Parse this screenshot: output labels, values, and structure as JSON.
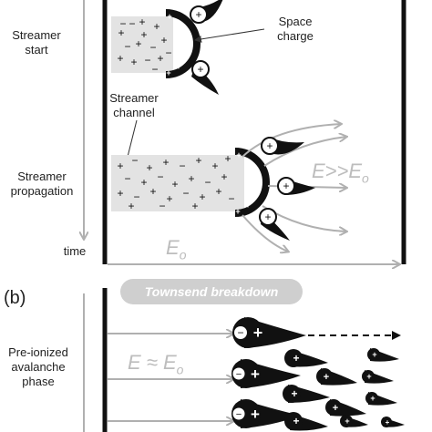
{
  "labels": {
    "streamer_start": [
      "Streamer",
      "start"
    ],
    "streamer_propagation": [
      "Streamer",
      "propagation"
    ],
    "time": "time",
    "panel_b": "(b)",
    "pre_ionized": [
      "Pre-ionized",
      "avalanche",
      "phase"
    ],
    "space_charge": [
      "Space",
      "charge"
    ],
    "streamer_channel": [
      "Streamer",
      "channel"
    ],
    "field_strong": "E>>E",
    "field_strong_sub": "o",
    "field_base": "E",
    "field_base_sub": "o",
    "field_approx": "E ≈ E",
    "field_approx_sub": "o",
    "townsend": "Townsend breakdown"
  },
  "colors": {
    "ink": "#111111",
    "grey_arrow": "#b0b0b0",
    "channel_fill": "#e3e3e3",
    "label_text": "#222222",
    "field_text": "#bdbdbd",
    "pill_fill": "#cfcfcf"
  },
  "icons": {
    "charge_sign_positive": "+",
    "charge_sign_negative": "−"
  }
}
